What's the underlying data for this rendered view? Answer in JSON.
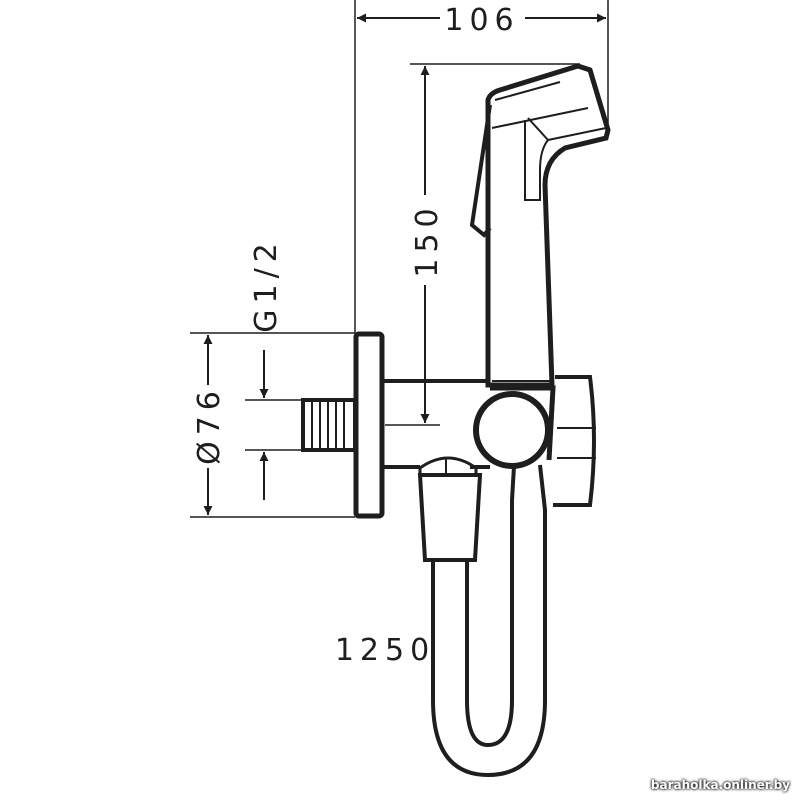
{
  "drawing": {
    "dimensions": {
      "width": "106",
      "height": "150",
      "thread": "G1/2",
      "diameter": "Ø76",
      "hose_length": "1250"
    },
    "line_color": "#1e1e1e"
  },
  "watermark": "baraholka.onliner.by"
}
